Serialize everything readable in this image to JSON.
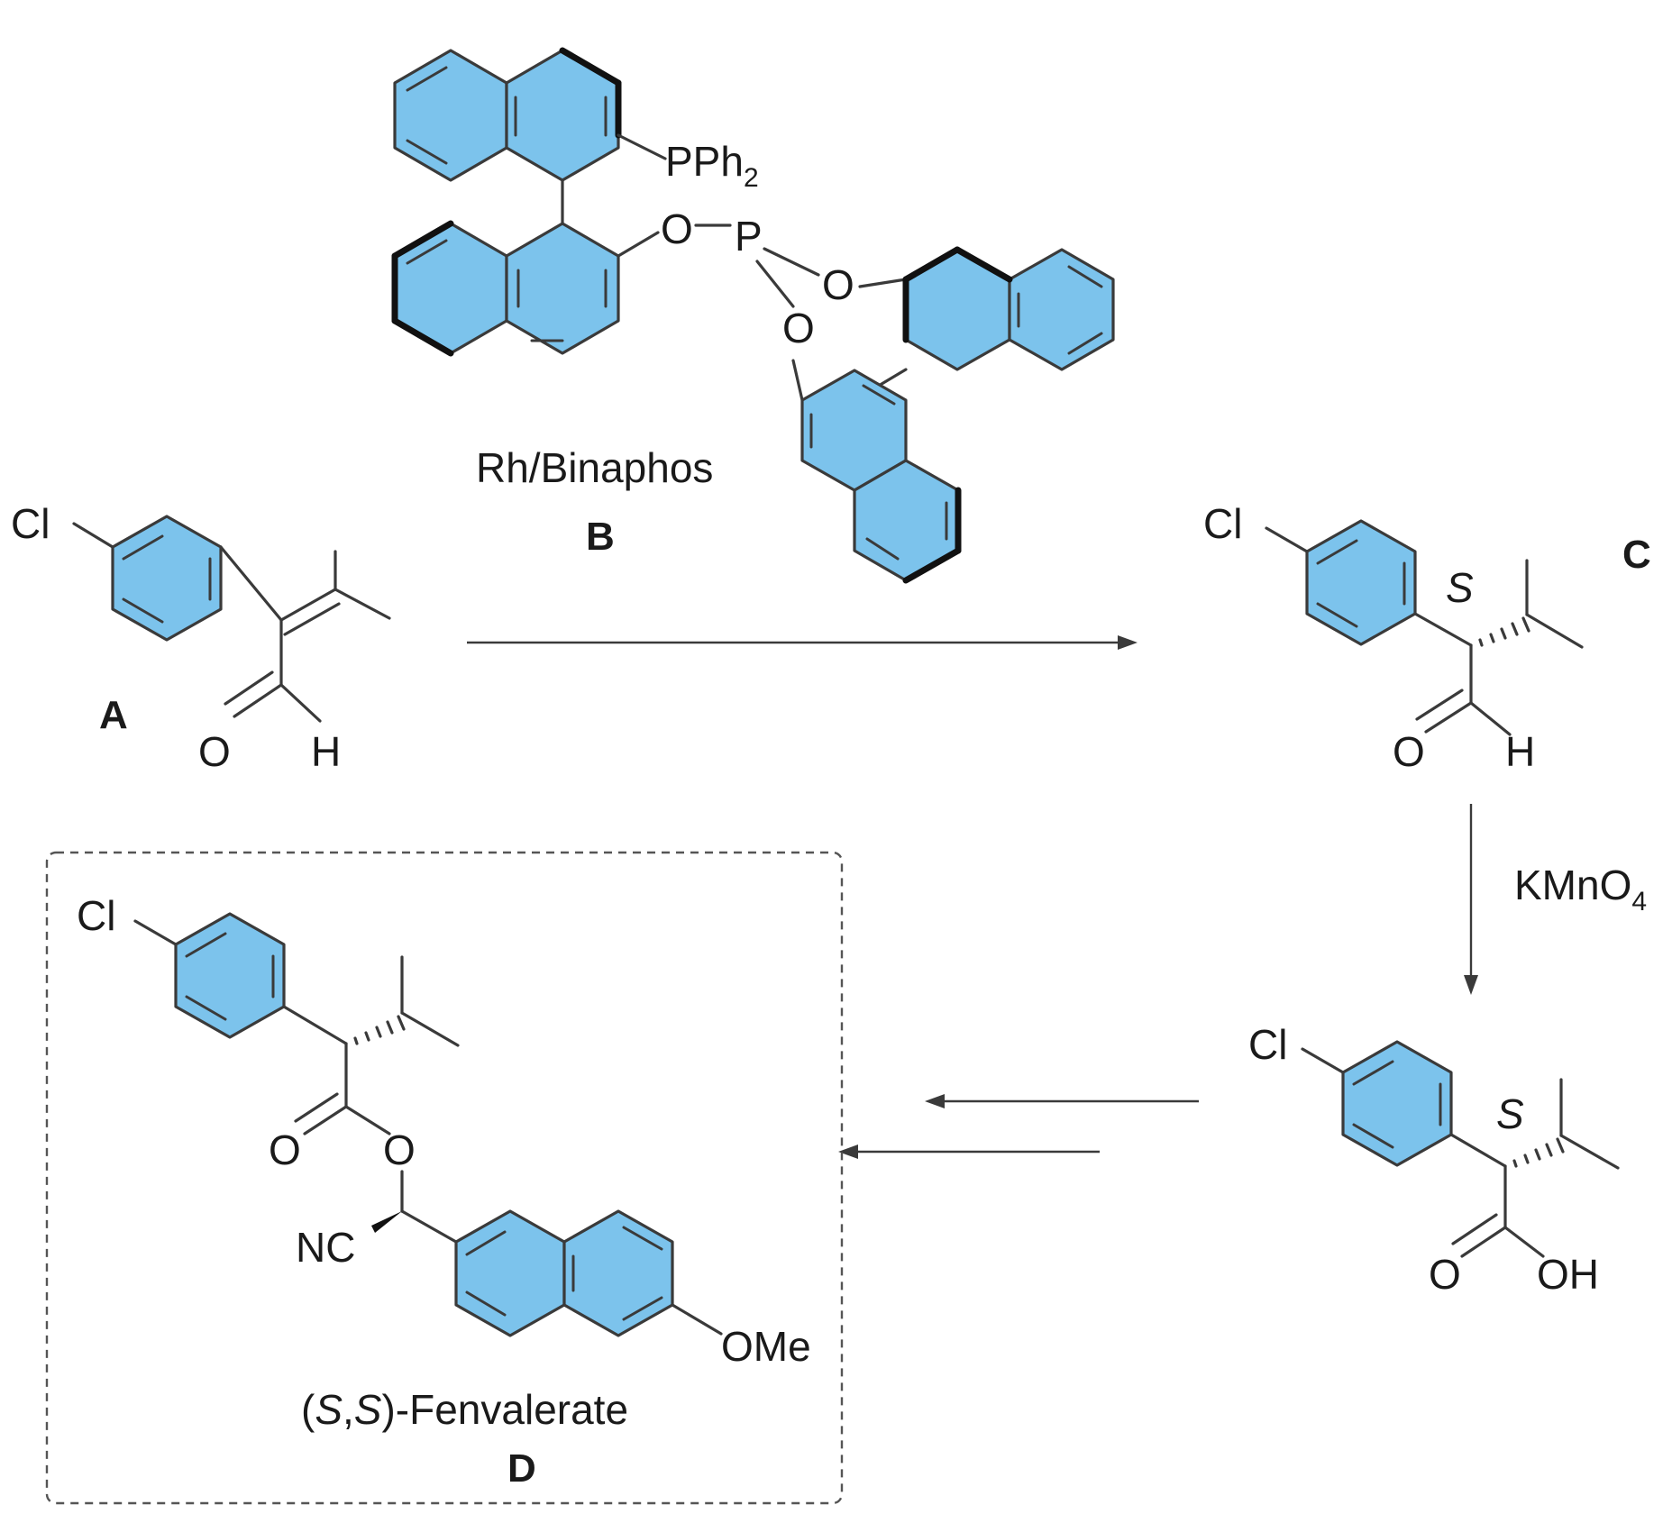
{
  "compounds": {
    "A": {
      "label": "A",
      "cl": "Cl",
      "o": "O",
      "h": "H"
    },
    "B": {
      "label": "B",
      "name": "Rh/Binaphos",
      "pph2_main": "PPh",
      "pph2_sub": "2",
      "o1": "O",
      "p": "P",
      "o2": "O",
      "o3": "O"
    },
    "C": {
      "label": "C",
      "cl": "Cl",
      "stereo": "S",
      "o": "O",
      "h": "H"
    },
    "acid": {
      "cl": "Cl",
      "stereo": "S",
      "o": "O",
      "oh": "OH"
    },
    "D": {
      "label": "D",
      "cl": "Cl",
      "o1": "O",
      "o2": "O",
      "nc": "NC",
      "ome": "OMe",
      "name_open": "(",
      "name_s1": "S",
      "name_comma": ",",
      "name_s2": "S",
      "name_rest": ")-Fenvalerate"
    }
  },
  "reagents": {
    "kmno4_main": "KMnO",
    "kmno4_sub": "4"
  },
  "colors": {
    "aromatic_fill": "#7cc3ec",
    "bond": "#3a3a3a"
  }
}
